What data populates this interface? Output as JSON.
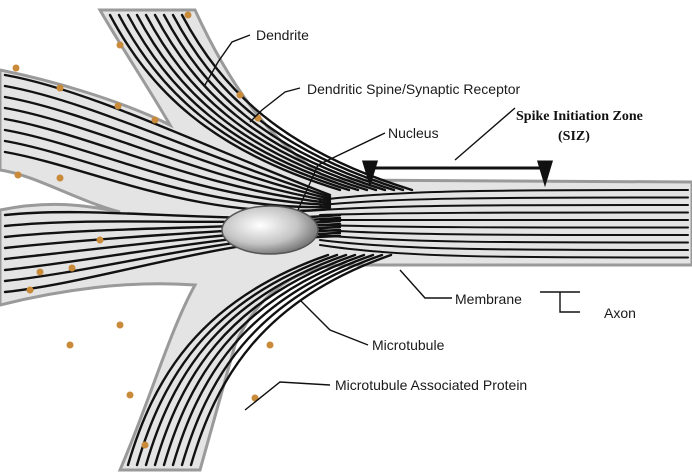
{
  "labels": {
    "dendrite": "Dendrite",
    "spine_receptor": "Dendritic Spine/Synaptic Receptor",
    "nucleus": "Nucleus",
    "siz_line1": "Spike Initiation Zone",
    "siz_line2": "(SIZ)",
    "membrane": "Membrane",
    "axon": "Axon",
    "microtubule": "Microtubule",
    "map": "Microtubule Associated Protein"
  },
  "colors": {
    "membrane_fill": "#e4e4e4",
    "membrane_edge": "#9a9a9a",
    "microtubule": "#111111",
    "receptor": "#c98a3a",
    "nucleus": "#b8b8b8"
  }
}
